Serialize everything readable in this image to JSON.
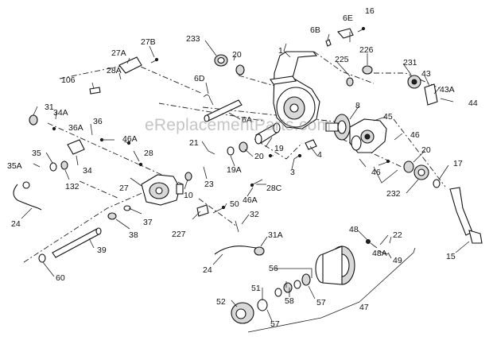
{
  "watermark": "eReplacementParts.com",
  "labels": {
    "l1": "1",
    "l3": "3",
    "l4": "4",
    "l6A": "6A",
    "l6B": "6B",
    "l6D": "6D",
    "l6E": "6E",
    "l8": "8",
    "l10": "10",
    "l15": "15",
    "l16": "16",
    "l17": "17",
    "l19": "19",
    "l19A": "19A",
    "l20a": "20",
    "l20b": "20",
    "l20c": "20",
    "l21": "21",
    "l22": "22",
    "l23": "23",
    "l24a": "24",
    "l24b": "24",
    "l27": "27",
    "l27A": "27A",
    "l27B": "27B",
    "l28": "28",
    "l28A": "28A",
    "l28C": "28C",
    "l31": "31",
    "l31A": "31A",
    "l32": "32",
    "l34": "34",
    "l34A": "34A",
    "l35": "35",
    "l35A": "35A",
    "l36": "36",
    "l36A": "36A",
    "l37": "37",
    "l38": "38",
    "l39": "39",
    "l43": "43",
    "l43A": "43A",
    "l44": "44",
    "l45": "45",
    "l46a": "46",
    "l46b": "46",
    "l46A1": "46A",
    "l46A2": "46A",
    "l47": "47",
    "l48": "48",
    "l48A": "48A",
    "l49": "49",
    "l50": "50",
    "l51": "51",
    "l52": "52",
    "l56": "56",
    "l57a": "57",
    "l57b": "57",
    "l58": "58",
    "l60": "60",
    "l106": "106",
    "l132": "132",
    "l225": "225",
    "l226": "226",
    "l227": "227",
    "l231": "231",
    "l232": "232",
    "l233": "233"
  }
}
